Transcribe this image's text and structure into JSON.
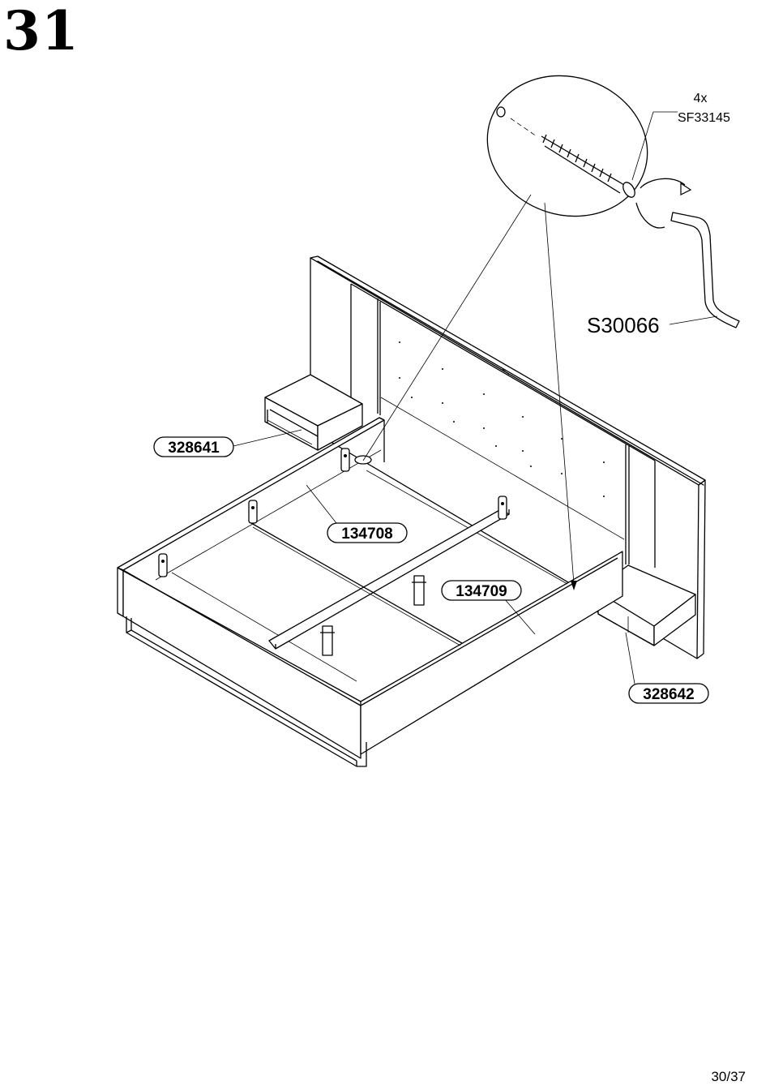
{
  "step_number": "31",
  "page_number": "30/37",
  "hardware": {
    "quantity": "4x",
    "screw_code": "SF33145",
    "tool_code": "S30066"
  },
  "parts": {
    "left_nightstand": "328641",
    "right_nightstand": "328642",
    "left_panel": "134708",
    "right_panel": "134709"
  }
}
